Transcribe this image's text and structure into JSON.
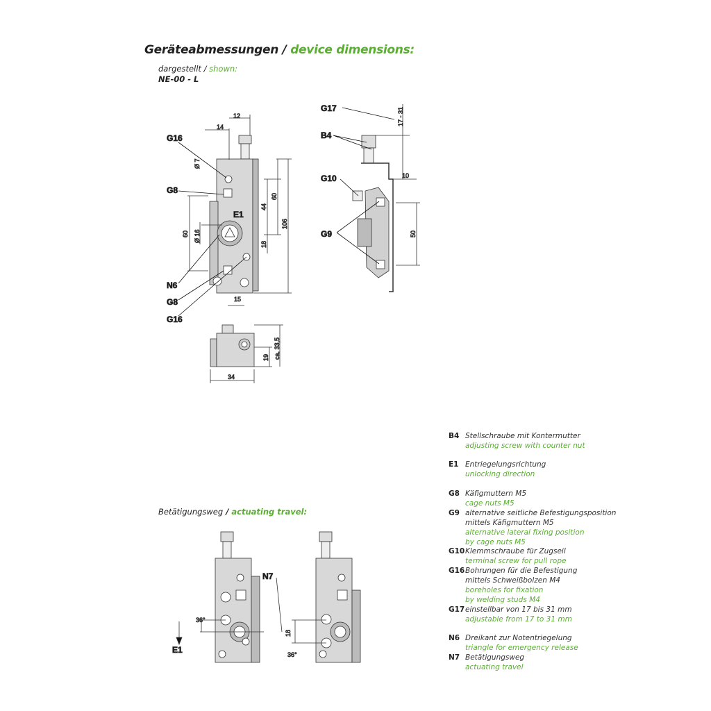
{
  "header": {
    "title_de": "Geräteabmessungen",
    "sep": " / ",
    "title_en": "device dimensions:",
    "shown_de": "dargestellt",
    "shown_en": "shown:",
    "model": "NE-00 - L"
  },
  "travel": {
    "de": "Betätigungsweg",
    "en": "actuating travel:"
  },
  "drawing_labels": {
    "G16a": "G16",
    "G8a": "G8",
    "E1": "E1",
    "N6": "N6",
    "G8b": "G8",
    "G16b": "G16",
    "G17": "G17",
    "B4": "B4",
    "G10": "G10",
    "G9": "G9",
    "N7": "N7",
    "E1b": "E1"
  },
  "dims": {
    "d12": "12",
    "d14": "14",
    "d7": "Ø 7",
    "d16": "Ø 16",
    "d60a": "60",
    "d44": "44",
    "d60b": "60",
    "d106": "106",
    "d18": "18",
    "d15": "15",
    "d1731": "17 - 31",
    "d10": "10",
    "d50": "50",
    "d19": "19",
    "d335": "ca. 33,5",
    "d34": "34",
    "a36a": "36°",
    "d18b": "18",
    "a36b": "36°"
  },
  "legend": [
    {
      "code": "B4",
      "de": [
        "Stellschraube mit Kontermutter"
      ],
      "en": [
        "adjusting screw with counter nut"
      ]
    },
    {
      "code": "E1",
      "de": [
        "Entriegelungsrichtung"
      ],
      "en": [
        "unlocking direction"
      ]
    },
    {
      "code": "G8",
      "de": [
        "Käfigmuttern M5"
      ],
      "en": [
        "cage nuts M5"
      ]
    },
    {
      "code": "G9",
      "de": [
        "alternative seitliche Befestigungsposition",
        "mittels Käfigmuttern M5"
      ],
      "en": [
        "alternative lateral fixing position",
        "by cage nuts M5"
      ]
    },
    {
      "code": "G10",
      "de": [
        "Klemmschraube für Zugseil"
      ],
      "en": [
        "terminal screw for pull rope"
      ]
    },
    {
      "code": "G16",
      "de": [
        "Bohrungen für die Befestigung",
        "mittels Schweißbolzen M4"
      ],
      "en": [
        "boreholes for fixation",
        "by welding studs M4"
      ]
    },
    {
      "code": "G17",
      "de": [
        "einstellbar von 17 bis 31 mm"
      ],
      "en": [
        "adjustable from 17 to 31 mm"
      ]
    },
    {
      "code": "N6",
      "de": [
        "Dreikant zur Notentriegelung"
      ],
      "en": [
        "triangle for emergency release"
      ]
    },
    {
      "code": "N7",
      "de": [
        "Betätigungsweg"
      ],
      "en": [
        "actuating travel"
      ]
    }
  ]
}
